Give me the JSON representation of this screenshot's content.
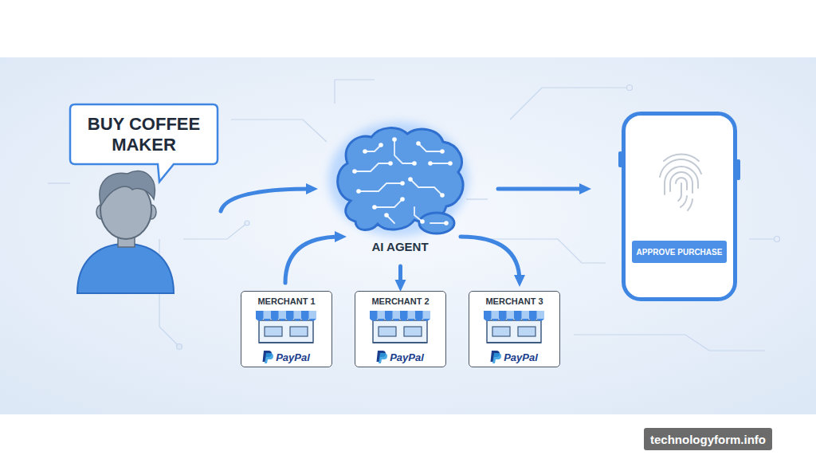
{
  "diagram": {
    "nodes": [
      {
        "text": [
          "BUY COFFEE MAKER"
        ]
      },
      {
        "text": [
          "AI AGENT"
        ]
      },
      {
        "text": [
          "MERCHANT 1",
          "PayPal"
        ]
      },
      {
        "text": [
          "MERCHANT 2",
          "PayPal"
        ]
      },
      {
        "text": [
          "MERCHANT 3",
          "PayPal"
        ]
      },
      {
        "text": [
          "APPROVE PURCHASE"
        ]
      }
    ],
    "edges": [
      {
        "from": 0,
        "to": 1,
        "arrow": "to"
      },
      {
        "from": 2,
        "to": 1,
        "arrow": "to"
      },
      {
        "from": 1,
        "to": 3,
        "arrow": "to"
      },
      {
        "from": 1,
        "to": 4,
        "arrow": "to"
      },
      {
        "from": 1,
        "to": 5,
        "arrow": "to"
      }
    ],
    "labels": [
      "technologyform.info"
    ]
  }
}
